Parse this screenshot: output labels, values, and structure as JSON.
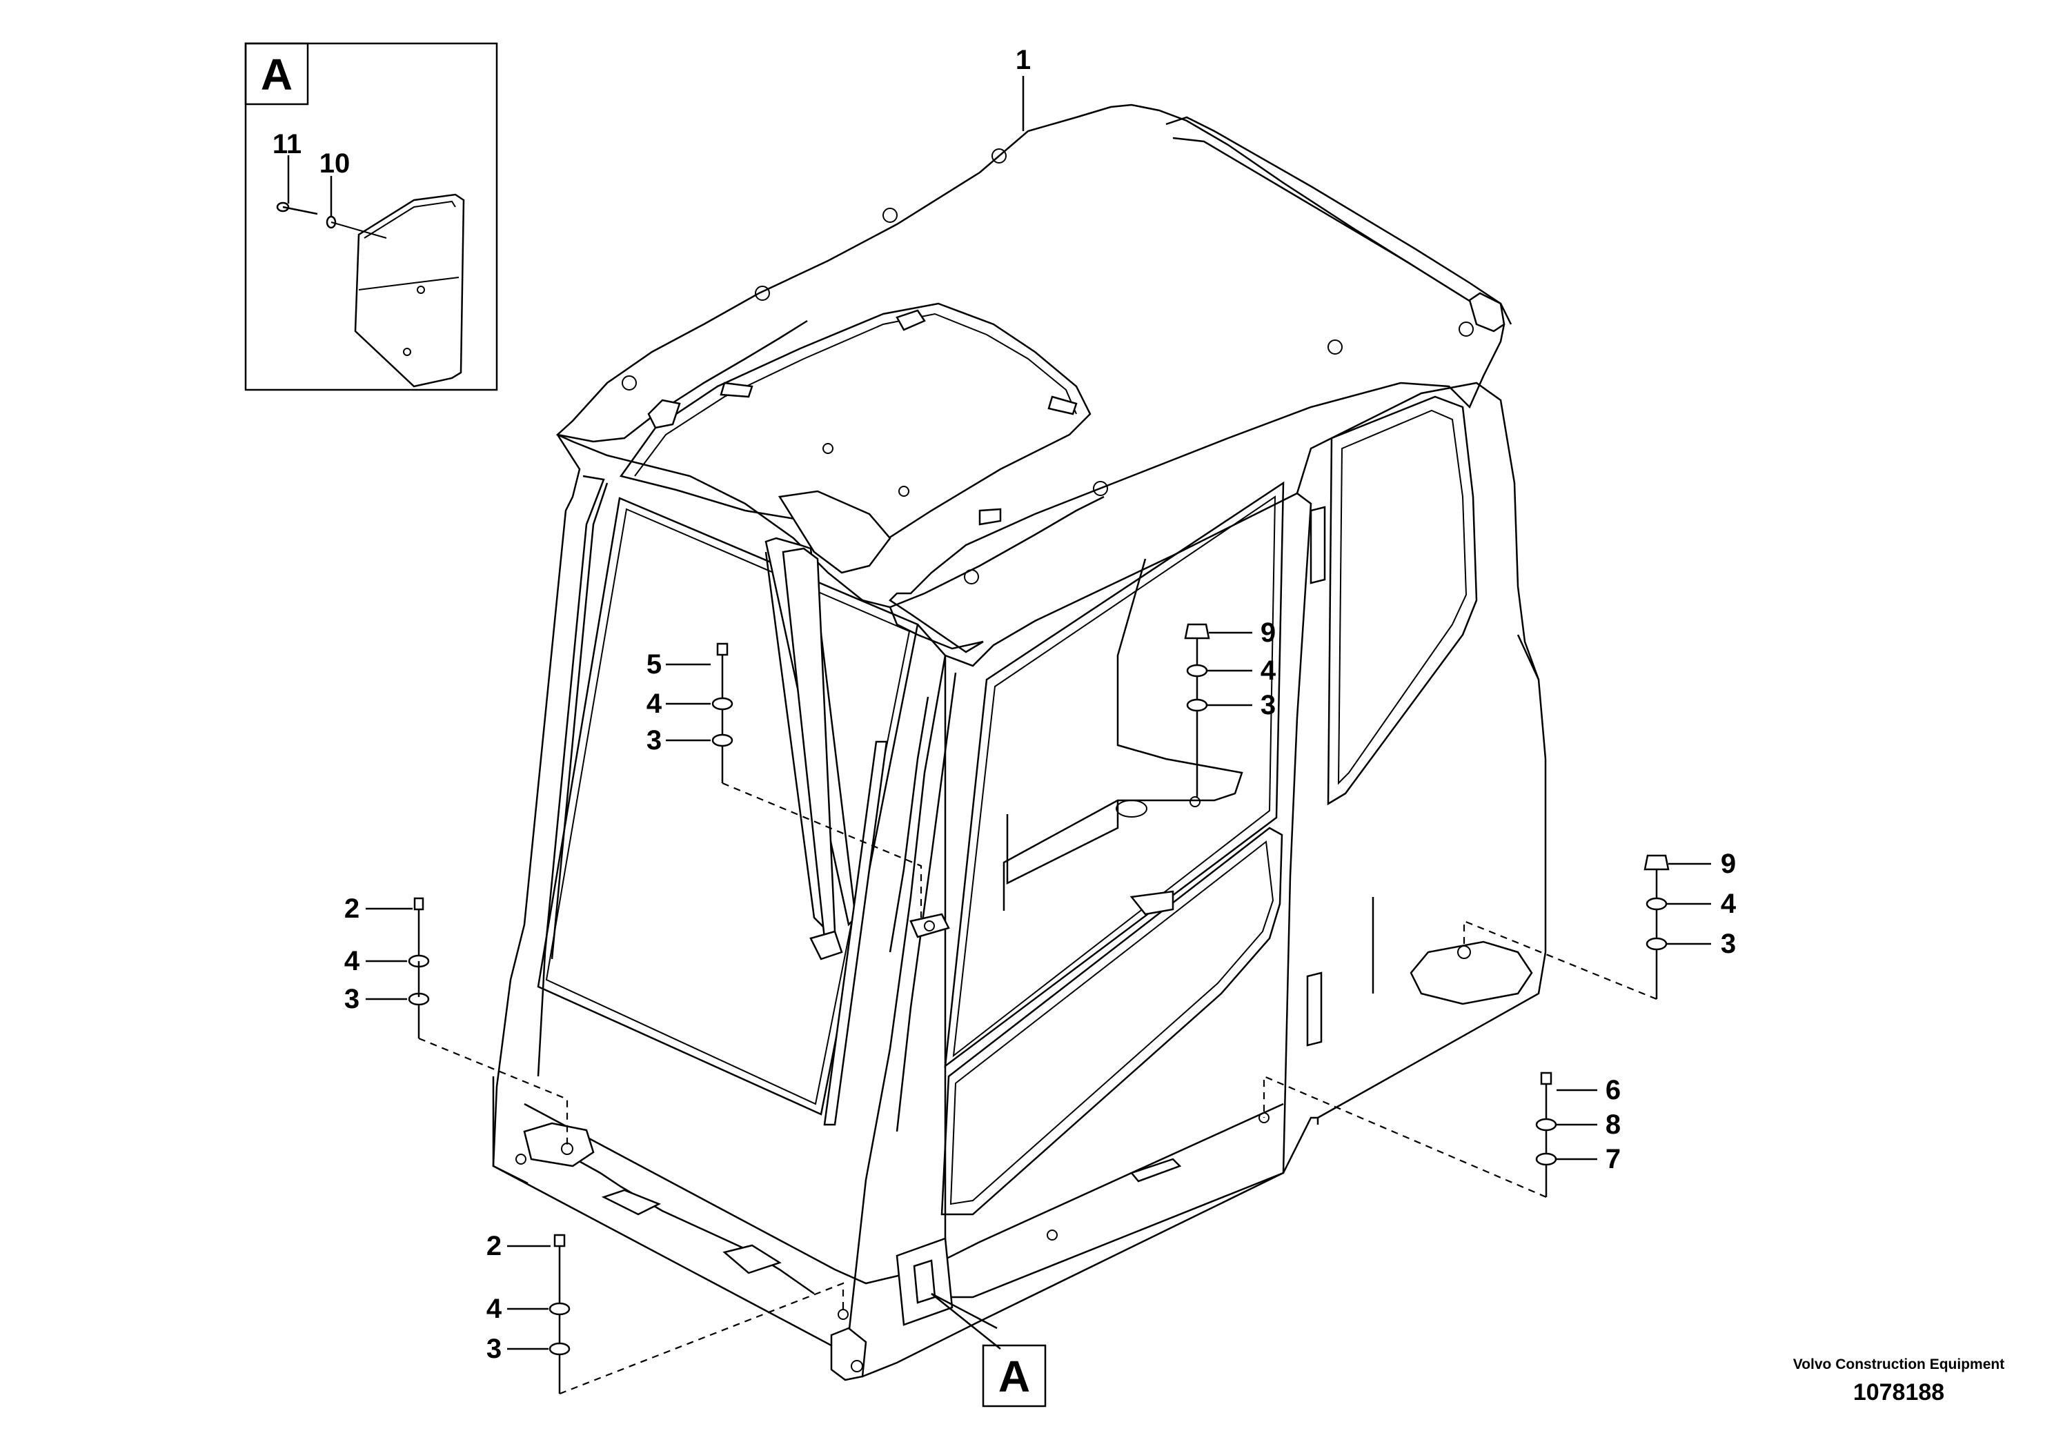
{
  "view": {
    "inset_label": "A",
    "pointer_label": "A"
  },
  "callouts": {
    "cab": "1",
    "bolt_front_left": "2",
    "bolt_front_right": "2",
    "washer_4_a": "4",
    "washer_3_a": "3",
    "washer_4_b": "4",
    "washer_3_b": "3",
    "bolt_5": "5",
    "washer_4_c": "4",
    "washer_3_c": "3",
    "nut_9_a": "9",
    "washer_4_d": "4",
    "washer_3_d": "3",
    "nut_9_b": "9",
    "washer_4_e": "4",
    "washer_3_e": "3",
    "bolt_6": "6",
    "washer_8": "8",
    "washer_7": "7",
    "inset_screw_11": "11",
    "inset_washer_10": "10"
  },
  "credit": {
    "maker": "Volvo Construction Equipment",
    "drawing_number": "1078188"
  }
}
